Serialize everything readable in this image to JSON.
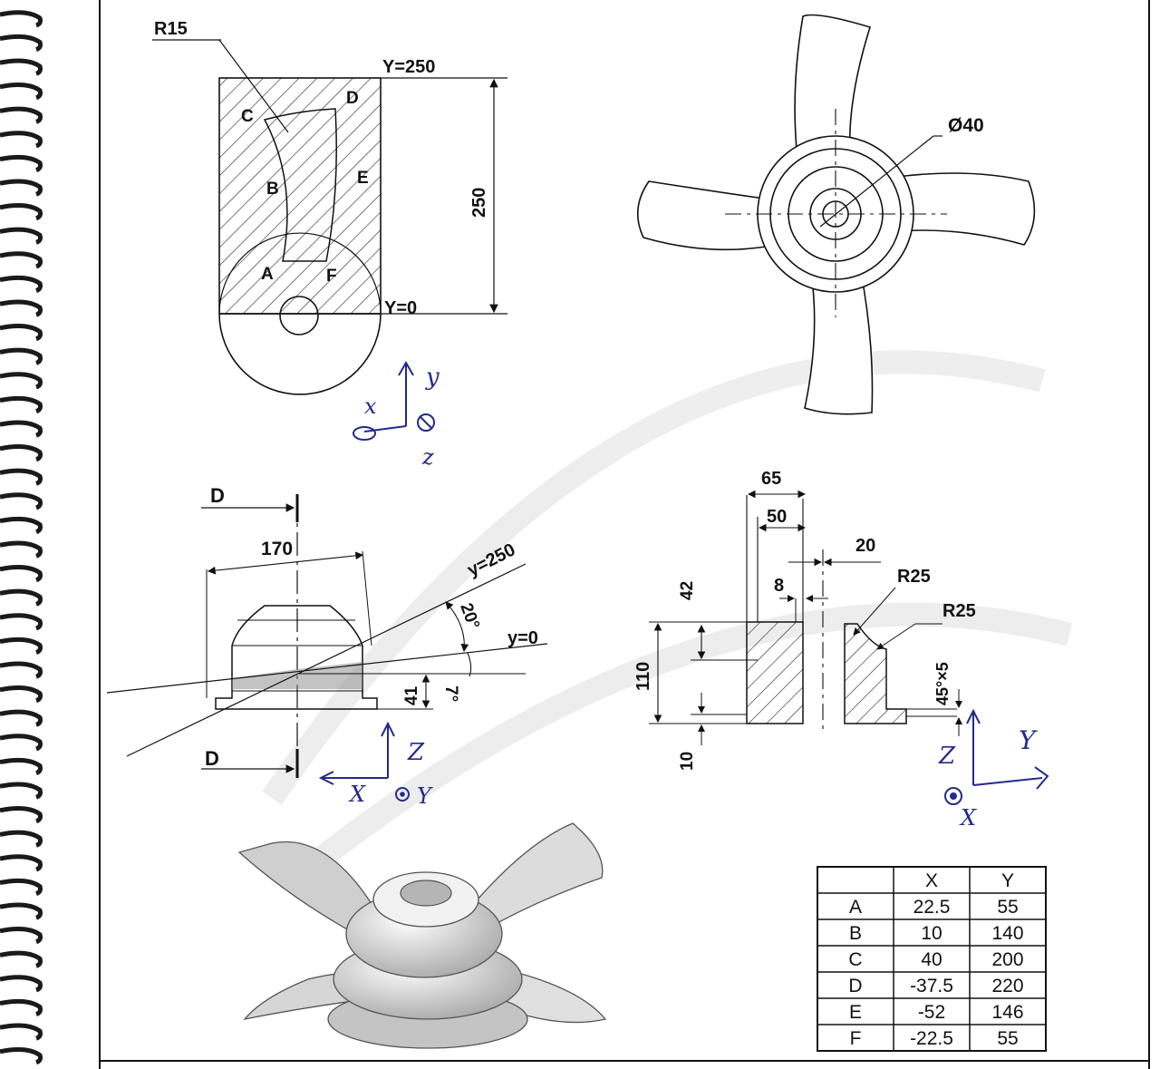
{
  "top_view": {
    "radius": "R15",
    "y_top": "Y=250",
    "y_bottom": "Y=0",
    "height_dim": "250",
    "points": [
      "C",
      "D",
      "B",
      "E",
      "A",
      "F"
    ]
  },
  "front_view": {
    "diameter": "Ø40"
  },
  "section_view": {
    "section_mark": "D",
    "width": "170",
    "plane_top": "y=250",
    "plane_bottom": "y=0",
    "angle_top": "20°",
    "angle_bottom": "7°",
    "height": "41"
  },
  "detail_view": {
    "dim_65": "65",
    "dim_50": "50",
    "dim_20": "20",
    "dim_8": "8",
    "dim_42": "42",
    "dim_110": "110",
    "dim_10": "10",
    "r_top": "R25",
    "r_right": "R25",
    "chamfer": "45°×5"
  },
  "axes": {
    "top": {
      "a": "y",
      "b": "x",
      "c": "z"
    },
    "section": {
      "a": "Z",
      "b": "X",
      "c": "Y"
    },
    "detail": {
      "a": "Z",
      "b": "Y",
      "c": "X"
    }
  },
  "table": {
    "headers": [
      "",
      "X",
      "Y"
    ],
    "rows": [
      [
        "A",
        "22.5",
        "55"
      ],
      [
        "B",
        "10",
        "140"
      ],
      [
        "C",
        "40",
        "200"
      ],
      [
        "D",
        "-37.5",
        "220"
      ],
      [
        "E",
        "-52",
        "146"
      ],
      [
        "F",
        "-22.5",
        "55"
      ]
    ]
  }
}
